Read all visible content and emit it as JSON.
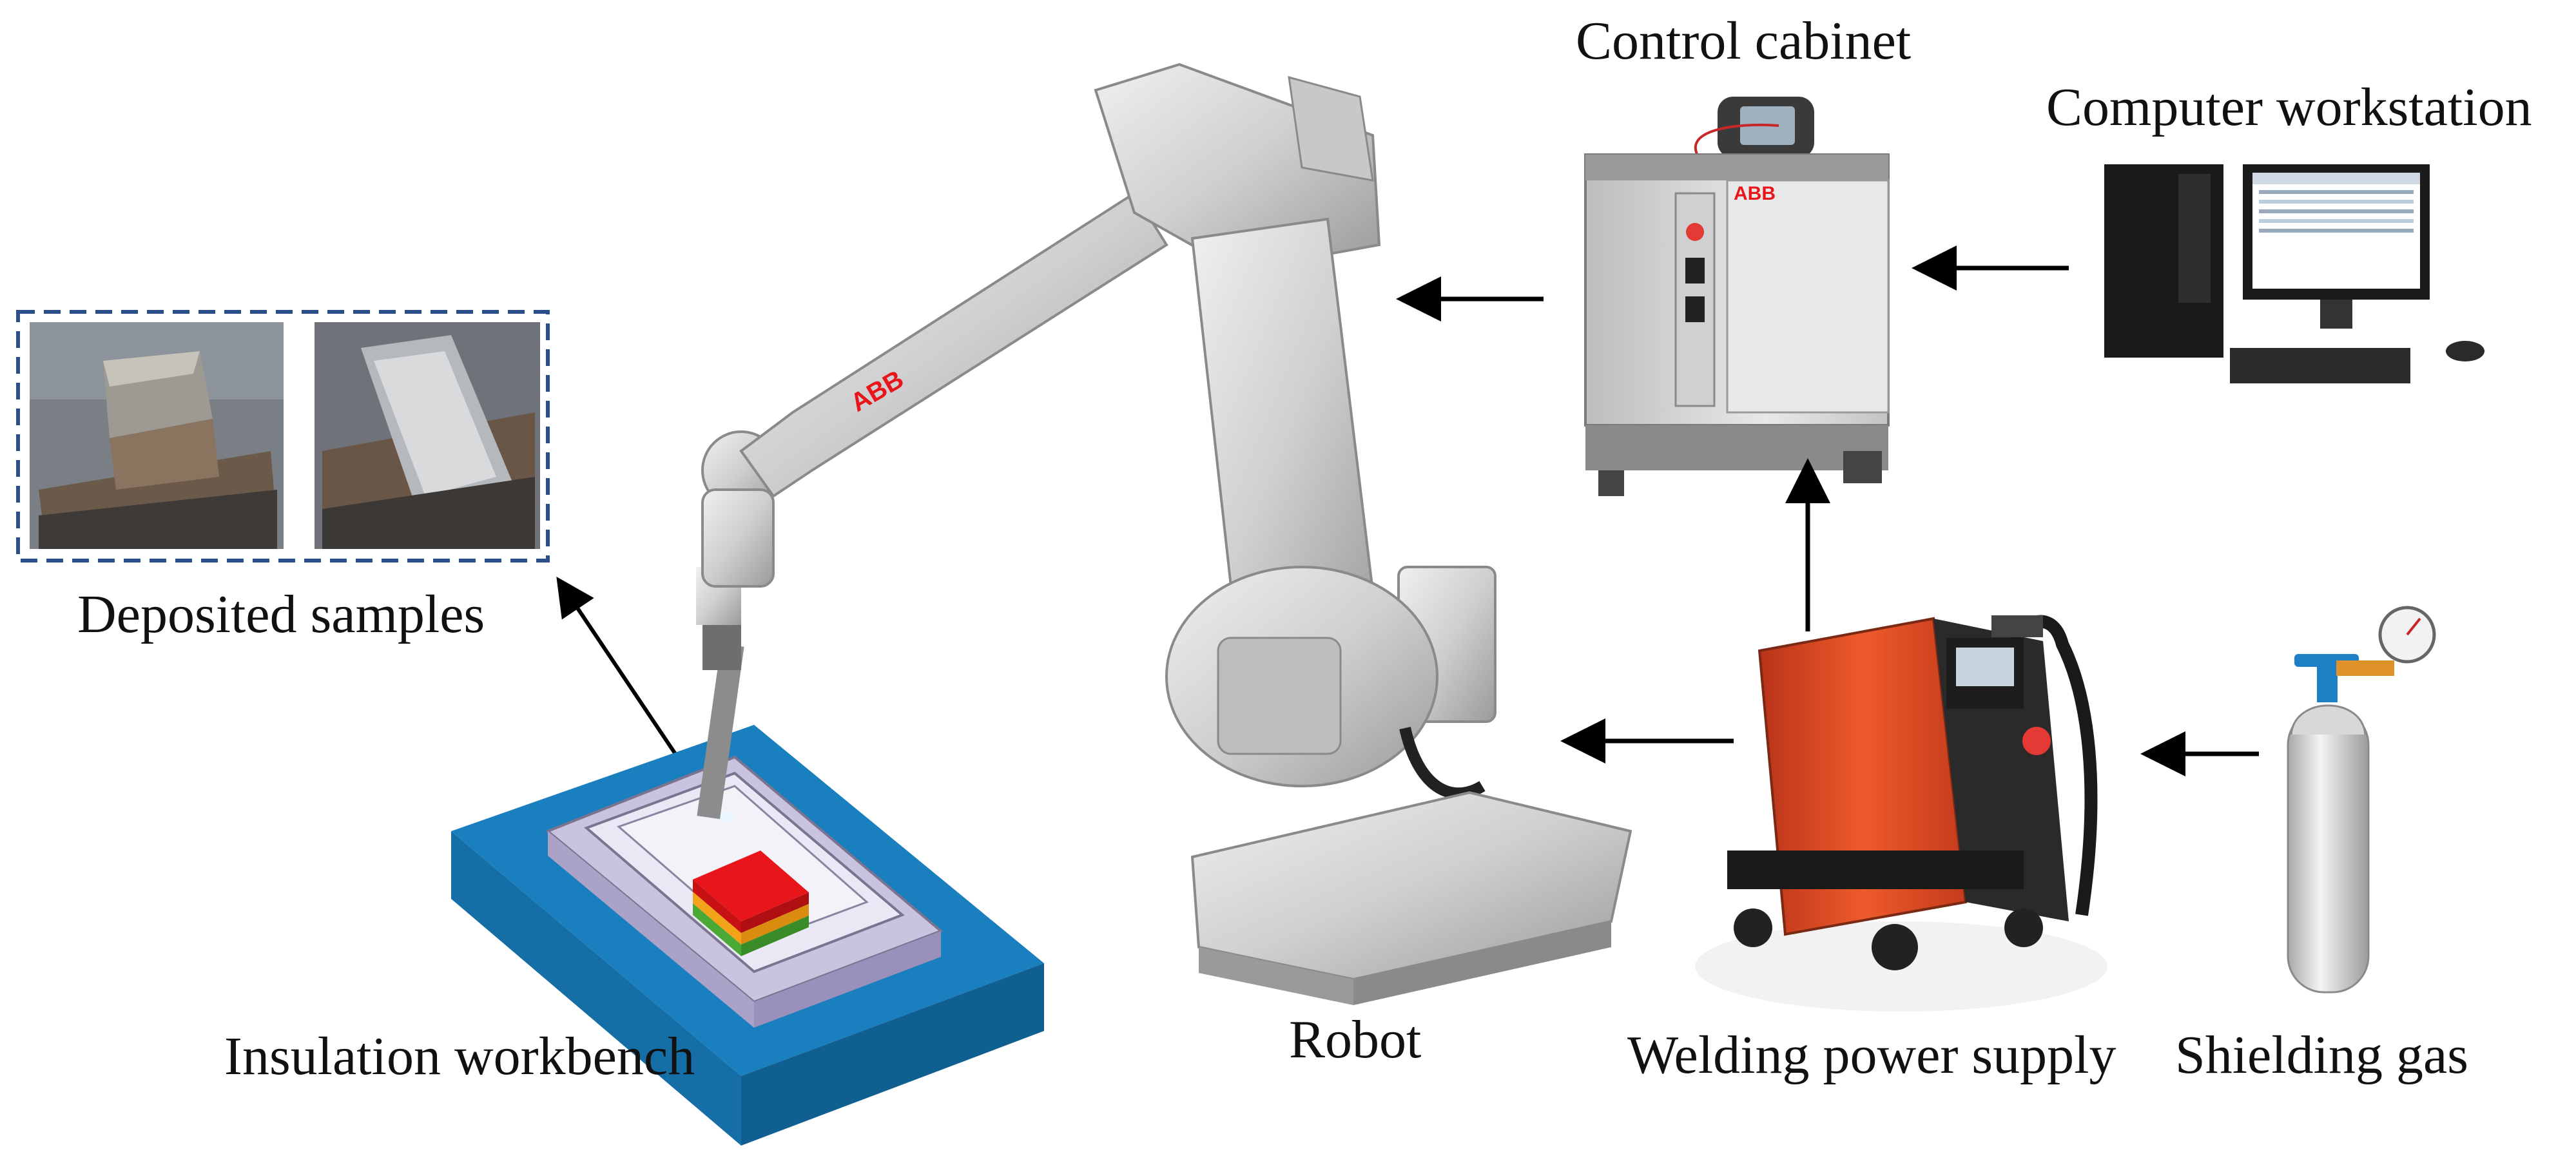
{
  "labels": {
    "control_cabinet": "Control cabinet",
    "computer_workstation": "Computer workstation",
    "deposited_samples": "Deposited samples",
    "insulation_workbench": "Insulation workbench",
    "robot": "Robot",
    "welding_power_supply": "Welding power supply",
    "shielding_gas": "Shielding gas"
  },
  "branding": {
    "robot_logo": "ABB",
    "cabinet_logo": "ABB"
  },
  "colors": {
    "workbench_base": "#1a7fbf",
    "workbench_frame": "#c9c3e0",
    "robot_body": "#d6d6d6",
    "welder_body": "#e0461e",
    "gas_cylinder": "#cfcfcf",
    "arrow": "#000000",
    "dash_border": "#2a4f8a",
    "deposit_top": "#e8161b",
    "deposit_mid": "#f2a31a",
    "deposit_low": "#4aa834"
  }
}
